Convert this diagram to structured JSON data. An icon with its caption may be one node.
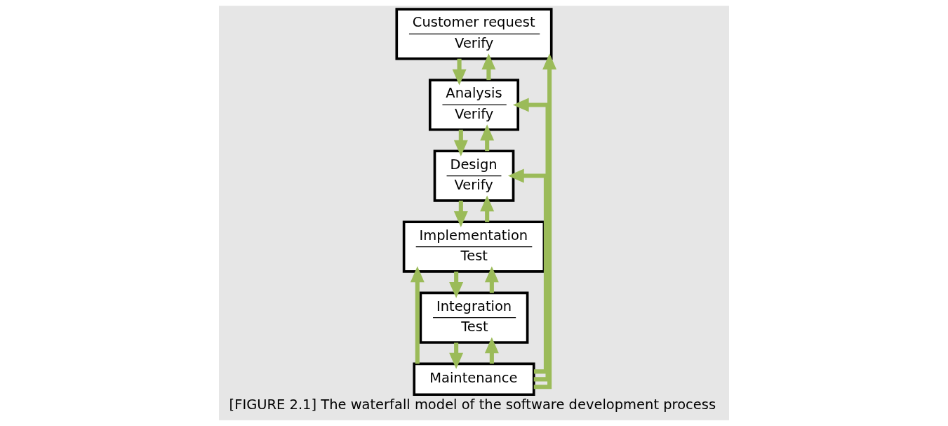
{
  "diagram": {
    "caption": "[FIGURE 2.1] The waterfall model of the software development process",
    "nodes": [
      {
        "text": [
          "Customer request",
          "Verify"
        ]
      },
      {
        "text": [
          "Analysis",
          "Verify"
        ]
      },
      {
        "text": [
          "Design",
          "Verify"
        ]
      },
      {
        "text": [
          "Implementation",
          "Test"
        ]
      },
      {
        "text": [
          "Integration",
          "Test"
        ]
      },
      {
        "text": [
          "Maintenance"
        ]
      }
    ],
    "edges": [
      {
        "from": 0,
        "to": 1,
        "arrow": "to"
      },
      {
        "from": 1,
        "to": 0,
        "arrow": "to"
      },
      {
        "from": 1,
        "to": 2,
        "arrow": "to"
      },
      {
        "from": 2,
        "to": 1,
        "arrow": "to"
      },
      {
        "from": 2,
        "to": 3,
        "arrow": "to"
      },
      {
        "from": 3,
        "to": 2,
        "arrow": "to"
      },
      {
        "from": 3,
        "to": 4,
        "arrow": "to"
      },
      {
        "from": 4,
        "to": 3,
        "arrow": "to"
      },
      {
        "from": 4,
        "to": 5,
        "arrow": "to"
      },
      {
        "from": 5,
        "to": 0,
        "arrow": "to"
      },
      {
        "from": 5,
        "to": 1,
        "arrow": "to"
      },
      {
        "from": 5,
        "to": 2,
        "arrow": "to"
      },
      {
        "from": 5,
        "to": 3,
        "arrow": "to"
      },
      {
        "from": 5,
        "to": 4,
        "arrow": "to"
      }
    ]
  }
}
